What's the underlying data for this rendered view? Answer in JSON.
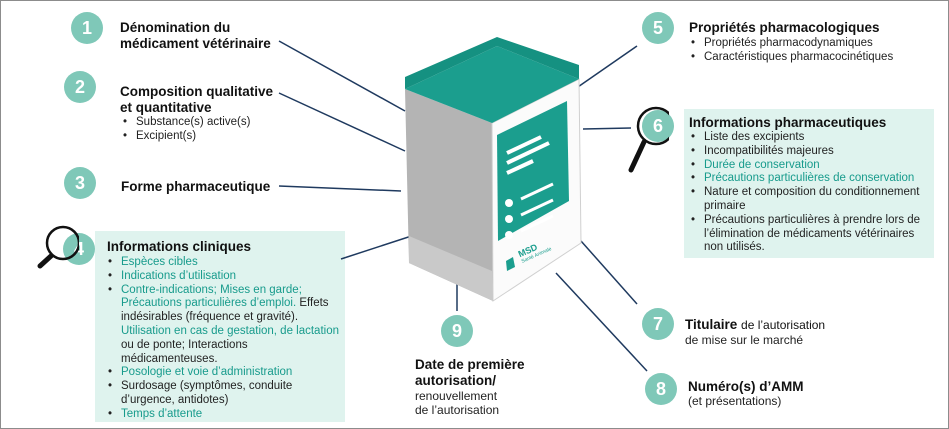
{
  "colors": {
    "accent": "#1b9e8e",
    "badge": "#7fc8b8",
    "panel": "#dff3ee",
    "highlight_text": "#179b8c",
    "connector": "#1f3a5f"
  },
  "box": {
    "brand": "MSD",
    "brand_sub": "Santé Animale"
  },
  "items": {
    "1": {
      "number": "1",
      "title_line1": "Dénomination du",
      "title_line2": "médicament vétérinaire"
    },
    "2": {
      "number": "2",
      "title_line1": "Composition qualitative",
      "title_line2": "et quantitative",
      "bullets": [
        "Substance(s) active(s)",
        "Excipient(s)"
      ]
    },
    "3": {
      "number": "3",
      "title": "Forme pharmaceutique"
    },
    "4": {
      "number": "4",
      "title": "Informations cliniques",
      "bullets": [
        "Espèces cibles",
        "Indications d’utilisation",
        "Contre-indications; Mises en garde; Précautions particulières d’emploi.",
        "Posologie et voie d’administration",
        "Surdosage (symptômes, conduite d’urgence, antidotes)",
        "Temps d’attente"
      ],
      "bullets_2b": "Effets indésirables (fréquence et gravité).",
      "bullets_2c": "Utilisation en cas de gestation, de lactation",
      "bullets_2d": "ou de ponte; Interactions médicamenteuses."
    },
    "5": {
      "number": "5",
      "title": "Propriétés pharmacologiques",
      "bullets": [
        "Propriétés pharmacodynamiques",
        "Caractéristiques pharmacocinétiques"
      ]
    },
    "6": {
      "number": "6",
      "title": "Informations pharmaceutiques",
      "bullets": [
        "Liste des excipients",
        "Incompatibilités majeures",
        "Durée de conservation",
        "Précautions particulières de conservation",
        "Nature et composition du conditionnement primaire",
        "Précautions particulières à prendre lors de l’élimination de médicaments vétérinaires non utilisés."
      ]
    },
    "7": {
      "number": "7",
      "title": "Titulaire",
      "title_suffix": "de l’autorisation",
      "subtitle": "de mise sur le marché"
    },
    "8": {
      "number": "8",
      "title": "Numéro(s) d’AMM",
      "subtitle": "(et présentations)"
    },
    "9": {
      "number": "9",
      "title_line1": "Date de première",
      "title_line2": "autorisation/",
      "subtitle_line1": "renouvellement",
      "subtitle_line2": "de l’autorisation"
    }
  }
}
